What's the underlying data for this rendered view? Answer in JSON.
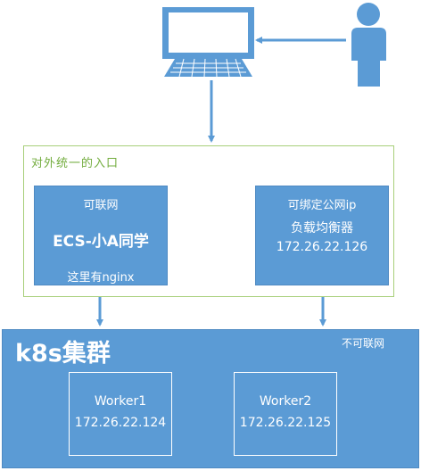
{
  "entry_group": {
    "label": "对外统一的入口"
  },
  "ecs_node": {
    "top_label": "可联网",
    "title": "ECS-小A同学",
    "bottom_label": "这里有nginx"
  },
  "lb_node": {
    "line1": "可绑定公网ip",
    "line2": "负载均衡器",
    "line3": "172.26.22.126"
  },
  "cluster": {
    "title": "k8s集群",
    "note": "不可联网",
    "workers": [
      {
        "name": "Worker1",
        "ip": "172.26.22.124"
      },
      {
        "name": "Worker2",
        "ip": "172.26.22.125"
      }
    ]
  },
  "icons": [
    "computer-icon",
    "person-icon"
  ],
  "colors": {
    "node_blue": "#5b9bd5",
    "group_border_green": "#a8cf7a",
    "label_green": "#72ac3d",
    "arrow_blue": "#5b9bd5"
  }
}
